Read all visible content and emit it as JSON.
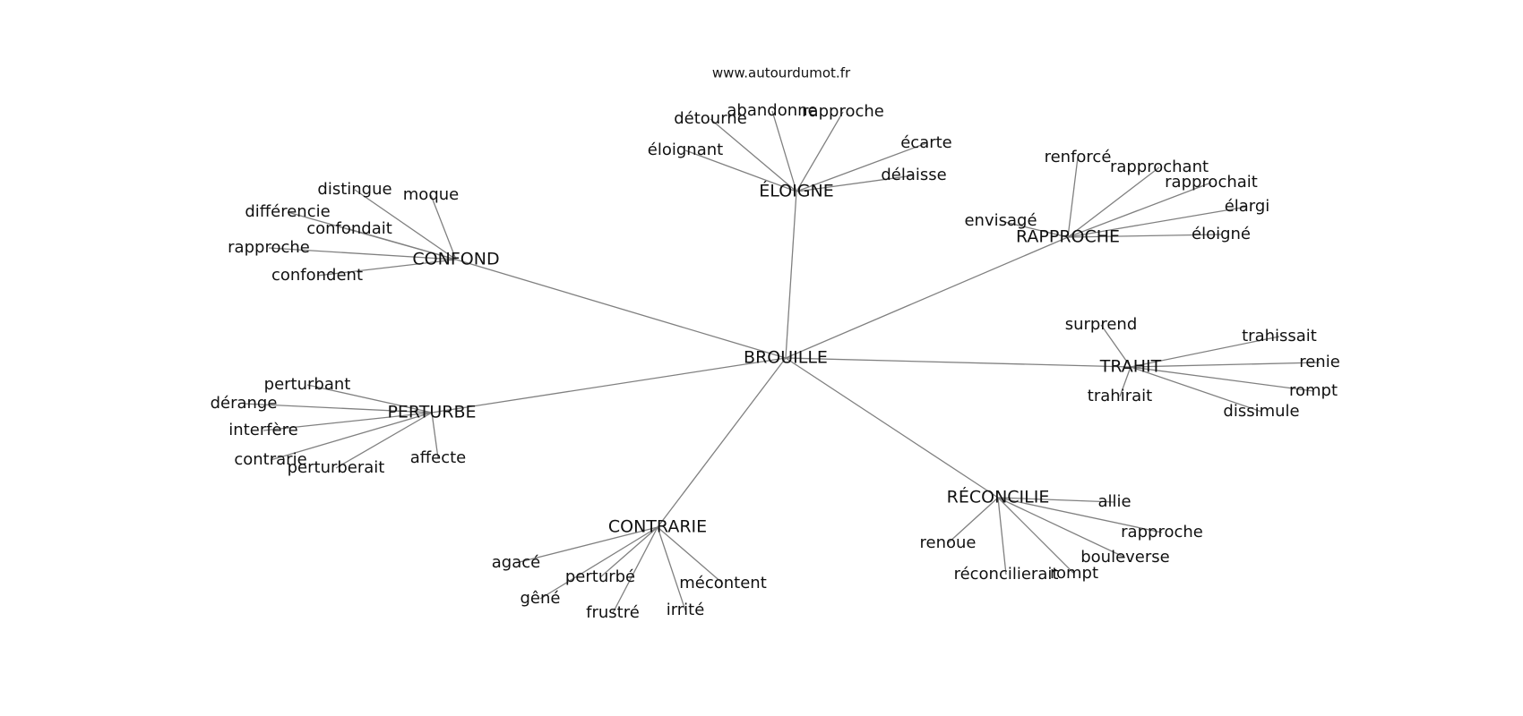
{
  "site_label": "www.autourdumot.fr",
  "center": {
    "id": "center",
    "label": "BROUILLE"
  },
  "hubs": [
    {
      "id": "eloigne",
      "label": "ÉLOIGNE",
      "leaves": [
        "abandonne",
        "détourne",
        "rapproche",
        "éloignant",
        "écarte",
        "délaisse"
      ]
    },
    {
      "id": "confond",
      "label": "CONFOND",
      "leaves": [
        "distingue",
        "moque",
        "différencie",
        "confondait",
        "rapproche",
        "confondent"
      ]
    },
    {
      "id": "rapproche",
      "label": "RAPPROCHE",
      "leaves": [
        "renforcé",
        "rapprochant",
        "rapprochait",
        "élargi",
        "envisagé",
        "éloigné"
      ]
    },
    {
      "id": "trahit",
      "label": "TRAHIT",
      "leaves": [
        "surprend",
        "trahissait",
        "renie",
        "rompt",
        "trahirait",
        "dissimule"
      ]
    },
    {
      "id": "perturbe",
      "label": "PERTURBE",
      "leaves": [
        "perturbant",
        "dérange",
        "interfère",
        "contrarie",
        "perturberait",
        "affecte"
      ]
    },
    {
      "id": "reconcilie",
      "label": "RÉCONCILIE",
      "leaves": [
        "allie",
        "rapproche",
        "renoue",
        "bouleverse",
        "rompt",
        "réconcilierait"
      ]
    },
    {
      "id": "contrarie",
      "label": "CONTRARIE",
      "leaves": [
        "agacé",
        "perturbé",
        "mécontent",
        "gêné",
        "frustré",
        "irrité"
      ]
    }
  ]
}
